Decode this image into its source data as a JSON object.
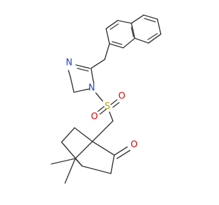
{
  "atoms": {
    "n_ring_top": {
      "text": "N",
      "color": "#1f3fbf"
    },
    "n_ring_sulfonyl": {
      "text": "N",
      "color": "#1f3fbf"
    },
    "sulfur": {
      "text": "S",
      "color": "#b3a100"
    },
    "oxygen_left": {
      "text": "O",
      "color": "#e00000"
    },
    "oxygen_right": {
      "text": "O",
      "color": "#e00000"
    },
    "oxygen_ketone": {
      "text": "O",
      "color": "#e00000"
    }
  }
}
